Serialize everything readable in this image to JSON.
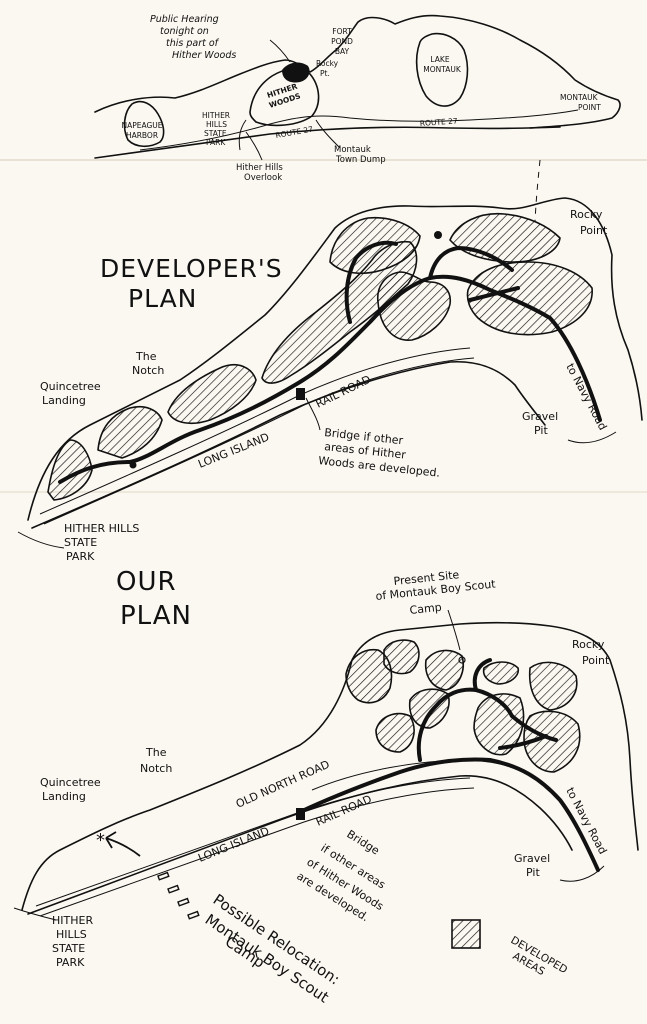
{
  "colors": {
    "paper": "#fbf8f1",
    "ink": "#111111"
  },
  "inset_map": {
    "callout": [
      "Public Hearing",
      "tonight on",
      "this part of",
      "Hither Woods"
    ],
    "labels": {
      "rocky_pt": [
        "Rocky",
        "Pt."
      ],
      "fort_pond_bay": [
        "FORT",
        "POND",
        "BAY"
      ],
      "lake_montauk": [
        "LAKE",
        "MONTAUK"
      ],
      "montauk_point": [
        "MONTAUK",
        "POINT"
      ],
      "hither_woods": [
        "HITHER",
        "WOODS"
      ],
      "napeague_harbor": [
        "NAPEAGUE",
        "HARBOR"
      ],
      "hither_hills_state_park": [
        "HITHER",
        "HILLS",
        "STATE",
        "PARK"
      ],
      "route_27_a": "ROUTE 27",
      "route_27_b": "ROUTE 27",
      "hither_hills_overlook": [
        "Hither Hills",
        "Overlook"
      ],
      "montauk_town_dump": [
        "Montauk",
        "Town Dump"
      ]
    }
  },
  "developer_plan": {
    "title": [
      "DEVELOPER'S",
      "PLAN"
    ],
    "rocky_point": [
      "Rocky",
      "Point"
    ],
    "the_notch": [
      "The",
      "Notch"
    ],
    "quincetree": [
      "Quincetree",
      "Landing"
    ],
    "rail_road": "RAIL ROAD",
    "long_island": "LONG  ISLAND",
    "bridge_note": [
      "Bridge if other",
      "areas of Hither",
      "Woods are developed."
    ],
    "to_navy_road": "to Navy Road",
    "gravel_pit": [
      "Gravel",
      "Pit"
    ],
    "hither_hills": [
      "HITHER HILLS",
      "STATE",
      "PARK"
    ]
  },
  "our_plan": {
    "title": [
      "OUR",
      "PLAN"
    ],
    "boy_scout_site": [
      "Present Site",
      "of Montauk Boy Scout",
      "Camp"
    ],
    "rocky_point": [
      "Rocky",
      "Point"
    ],
    "the_notch": [
      "The",
      "Notch"
    ],
    "quincetree": [
      "Quincetree",
      "Landing"
    ],
    "old_north_road": "OLD  NORTH  ROAD",
    "rail_road": "RAIL  ROAD",
    "long_island": "LONG  ISLAND",
    "bridge_note": [
      "Bridge",
      "if other areas",
      "of Hither Woods",
      "are developed."
    ],
    "to_navy_road": "to Navy Road",
    "gravel_pit": [
      "Gravel",
      "Pit"
    ],
    "hither_hills": [
      "HITHER",
      "HILLS",
      "STATE",
      "PARK"
    ],
    "relocation": [
      "Possible Relocation:",
      "Montauk Boy Scout",
      "Camp"
    ],
    "legend": [
      "DEVELOPED",
      "AREAS"
    ]
  }
}
